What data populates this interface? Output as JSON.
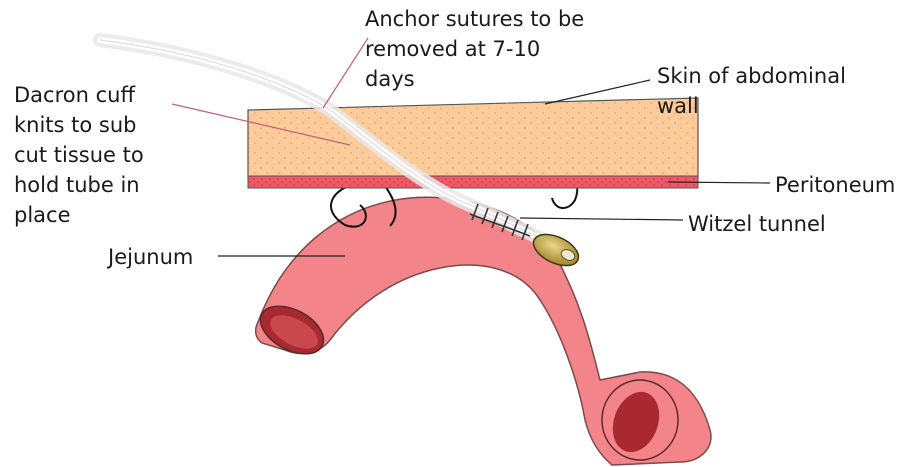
{
  "labels": {
    "anchor_sutures": "Anchor sutures to be\nremoved at 7-10\ndays",
    "skin": "Skin of abdominal\nwall",
    "dacron_cuff": "Dacron cuff\nknits to sub\ncut tissue to\nhold tube in\nplace",
    "peritoneum": "Peritoneum",
    "witzel_tunnel": "Witzel tunnel",
    "jejunum": "Jejunum"
  },
  "colors": {
    "skin_fill": "#fbcb99",
    "skin_dots": "#e8956a",
    "peritoneum_fill": "#ef5866",
    "jejunum_fill": "#f2848a",
    "jejunum_stroke": "#7a4a4a",
    "lumen": "#a82a30",
    "tube": "#dcdcdc",
    "cuff": "#b89a2e",
    "pointer_line_red": "#c0607a",
    "pointer_line_black": "#222222"
  }
}
